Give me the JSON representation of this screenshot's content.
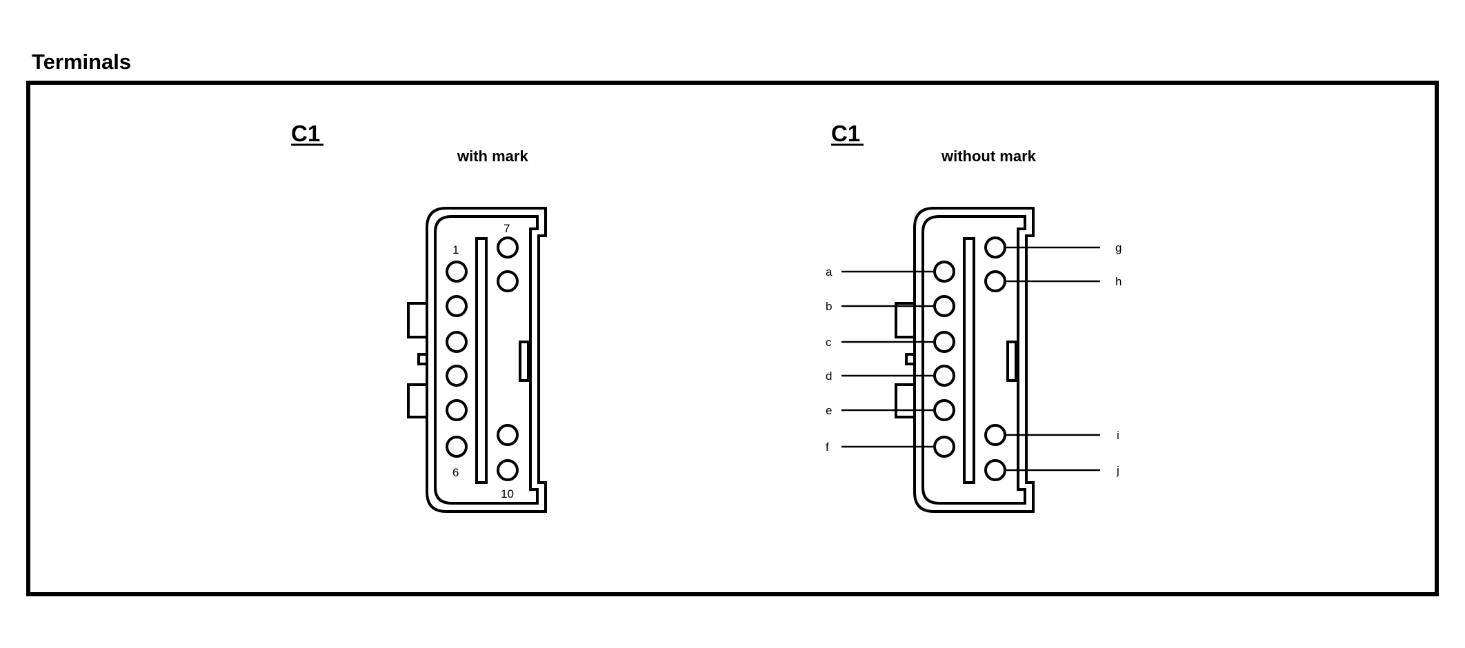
{
  "section": {
    "title": "Terminals"
  },
  "connectors": [
    {
      "title": "C1",
      "subtitle": "with mark",
      "pin_labels": [
        "1",
        "6",
        "7",
        "10"
      ]
    },
    {
      "title": "C1",
      "subtitle": "without mark",
      "callouts": [
        "a",
        "b",
        "c",
        "d",
        "e",
        "f",
        "g",
        "h",
        "i",
        "j"
      ]
    }
  ]
}
